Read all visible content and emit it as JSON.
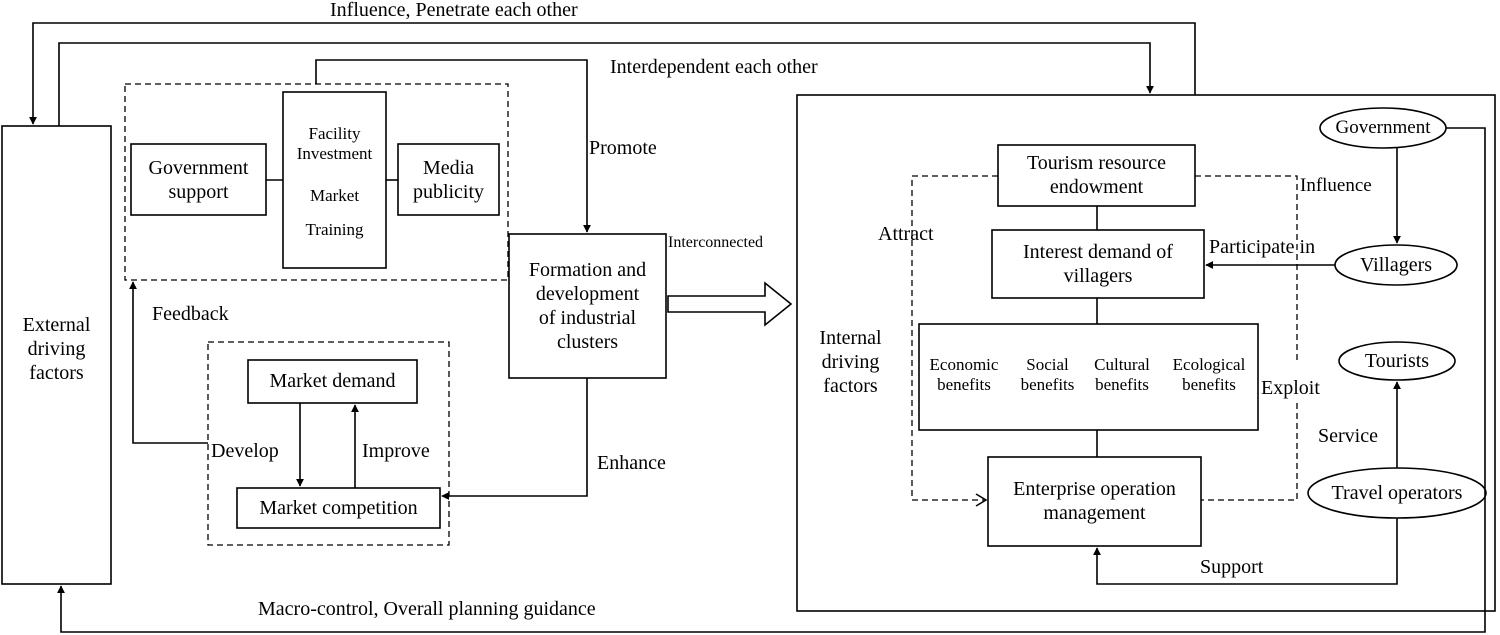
{
  "nodes": {
    "external_driving_factors": "External\ndriving\nfactors",
    "government_support": "Government\nsupport",
    "facility_investment": "Facility\nInvestment",
    "market": "Market",
    "training": "Training",
    "media_publicity": "Media\npublicity",
    "market_demand": "Market demand",
    "market_competition": "Market competition",
    "formation_development": "Formation and\ndevelopment\nof industrial\nclusters",
    "tourism_resource_endowment": "Tourism resource\nendowment",
    "interest_demand_villagers": "Interest demand of\nvillagers",
    "economic_benefits": "Economic\nbenefits",
    "social_benefits": "Social\nbenefits",
    "cultural_benefits": "Cultural\nbenefits",
    "ecological_benefits": "Ecological\nbenefits",
    "enterprise_operation_management": "Enterprise operation\nmanagement",
    "internal_driving_factors": "Internal\ndriving\nfactors",
    "government": "Government",
    "villagers": "Villagers",
    "tourists": "Tourists",
    "travel_operators": "Travel operators"
  },
  "edges": {
    "influence_penetrate": "Influence, Penetrate each other",
    "interdependent": "Interdependent each other",
    "promote": "Promote",
    "feedback": "Feedback",
    "develop": "Develop",
    "improve": "Improve",
    "enhance": "Enhance",
    "interconnected": "Interconnected",
    "attract": "Attract",
    "influence": "Influence",
    "participate_in": "Participate in",
    "exploit": "Exploit",
    "service": "Service",
    "support": "Support",
    "macro_control": "Macro-control, Overall planning guidance"
  }
}
